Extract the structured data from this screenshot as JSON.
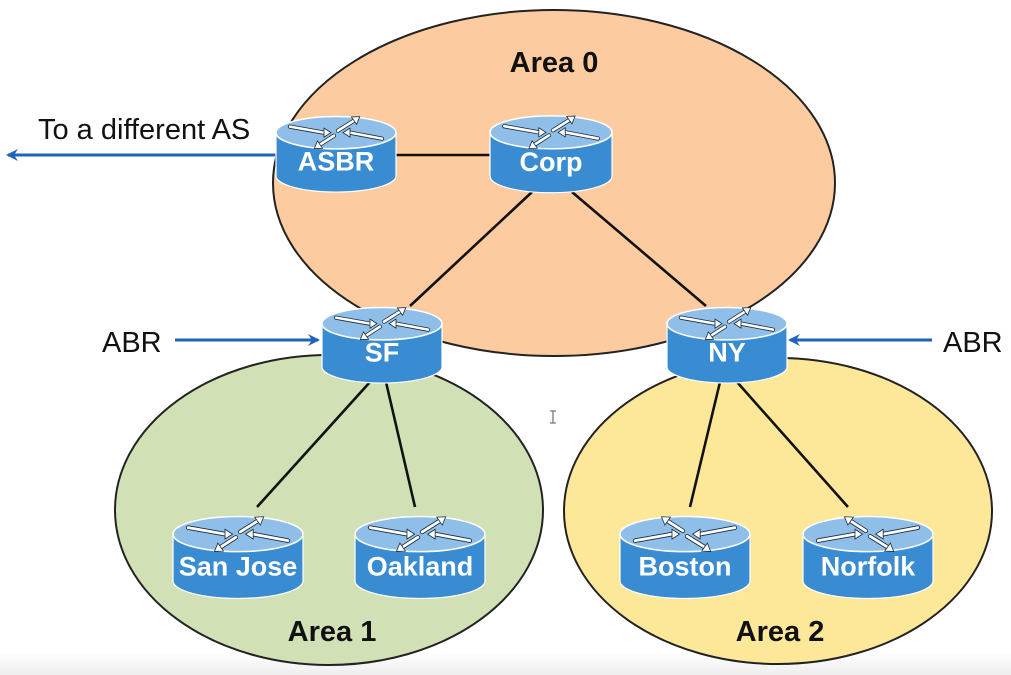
{
  "diagram": {
    "title": "OSPF multi-area network",
    "colors": {
      "area0_fill": "#fdcba0",
      "area1_fill": "#d1e0b5",
      "area2_fill": "#fde89a",
      "router_top": "#8fbfe8",
      "router_side": "#3a8cd2",
      "router_rim": "#2b77bd",
      "link": "#111111",
      "arrow": "#1f63b8",
      "outline": "#222222"
    },
    "areas": [
      {
        "id": "area0",
        "label": "Area 0"
      },
      {
        "id": "area1",
        "label": "Area 1"
      },
      {
        "id": "area2",
        "label": "Area 2"
      }
    ],
    "routers": [
      {
        "id": "asbr",
        "label": "ASBR",
        "area": "area0",
        "mirror": false
      },
      {
        "id": "corp",
        "label": "Corp",
        "area": "area0",
        "mirror": false
      },
      {
        "id": "sf",
        "label": "SF",
        "area": "area0/area1",
        "mirror": false
      },
      {
        "id": "ny",
        "label": "NY",
        "area": "area0/area2",
        "mirror": false
      },
      {
        "id": "sanjose",
        "label": "San Jose",
        "area": "area1",
        "mirror": false
      },
      {
        "id": "oakland",
        "label": "Oakland",
        "area": "area1",
        "mirror": false
      },
      {
        "id": "boston",
        "label": "Boston",
        "area": "area2",
        "mirror": true
      },
      {
        "id": "norfolk",
        "label": "Norfolk",
        "area": "area2",
        "mirror": true
      }
    ],
    "links": [
      {
        "from": "asbr",
        "to": "corp"
      },
      {
        "from": "corp",
        "to": "sf"
      },
      {
        "from": "corp",
        "to": "ny"
      },
      {
        "from": "sf",
        "to": "sanjose"
      },
      {
        "from": "sf",
        "to": "oakland"
      },
      {
        "from": "ny",
        "to": "boston"
      },
      {
        "from": "ny",
        "to": "norfolk"
      }
    ],
    "annotations": [
      {
        "id": "external-as",
        "label": "To a different AS",
        "target": "asbr",
        "direction": "outward-left"
      },
      {
        "id": "abr-left",
        "label": "ABR",
        "target": "sf",
        "direction": "inward"
      },
      {
        "id": "abr-right",
        "label": "ABR",
        "target": "ny",
        "direction": "inward"
      }
    ]
  }
}
